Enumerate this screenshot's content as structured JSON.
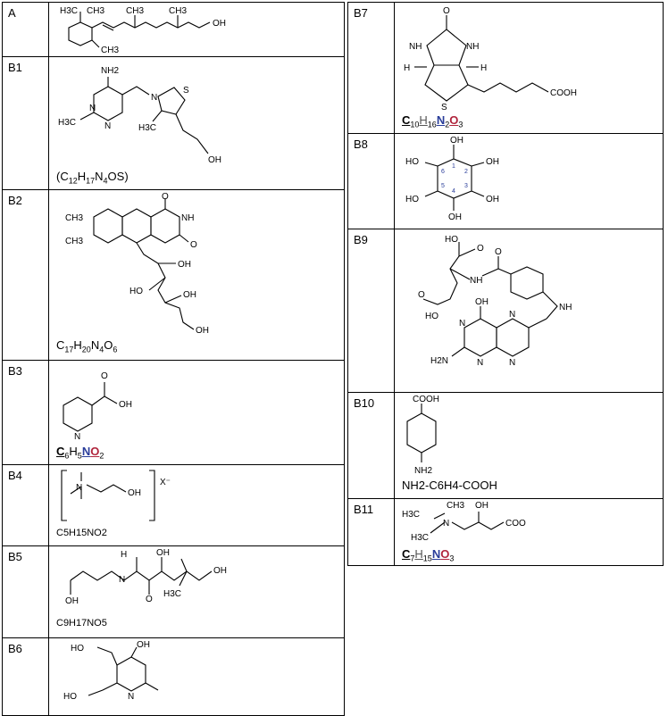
{
  "left_rows": [
    {
      "label": "A"
    },
    {
      "label": "B1",
      "formula": {
        "pre": "(C",
        "n1": "12",
        "h": "H",
        "n2": "17",
        "n": "N",
        "n3": "4",
        "os": "OS)"
      }
    },
    {
      "label": "B2",
      "formula": {
        "c": "C",
        "n1": "17",
        "h": "H",
        "n2": "20",
        "n": "N",
        "n3": "4",
        "o": "O",
        "n4": "6"
      }
    },
    {
      "label": "B3",
      "formula": {
        "c": "C",
        "n1": "6",
        "h": "H",
        "n2": "5",
        "n": "N",
        "o": "O",
        "n4": "2"
      }
    },
    {
      "label": "B4",
      "formula": {
        "text": "C5H15NO2"
      },
      "counter_ion": "X⁻"
    },
    {
      "label": "B5",
      "formula": {
        "text": "C9H17NO5"
      }
    },
    {
      "label": "B6"
    }
  ],
  "right_rows": [
    {
      "label": "B7",
      "formula": {
        "c": "C",
        "n1": "10",
        "h": "H",
        "n2": "16",
        "n": "N",
        "n3": "2",
        "o": "O",
        "n4": "3"
      }
    },
    {
      "label": "B8"
    },
    {
      "label": "B9"
    },
    {
      "label": "B10",
      "formula": {
        "text": "NH2-C6H4-COOH"
      }
    },
    {
      "label": "B11",
      "formula": {
        "c": "C",
        "n1": "7",
        "h": "H",
        "n2": "15",
        "n": "N",
        "o": "O",
        "n4": "3"
      }
    }
  ],
  "atoms": {
    "oh": "OH",
    "ho": "HO",
    "cooh": "COOH",
    "coo": "COO",
    "h3c": "H3C",
    "ch3": "CH3",
    "nh": "NH",
    "nh2": "NH2",
    "h2n": "H2N",
    "n": "N",
    "s": "S",
    "o": "O",
    "h": "H",
    "ring_nums": [
      "1",
      "2",
      "3",
      "4",
      "5",
      "6"
    ]
  }
}
